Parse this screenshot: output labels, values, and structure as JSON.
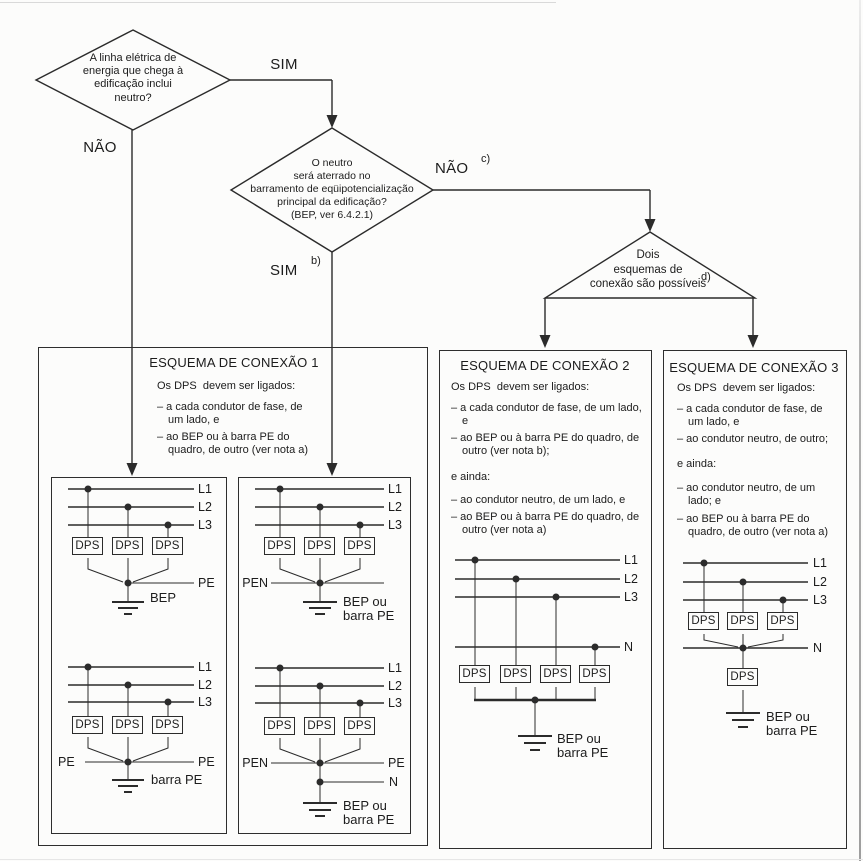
{
  "flowchart": {
    "decision_neutral_included": {
      "text": "A linha elétrica de\nenergia que chega à\nedificação inclui\nneutro?",
      "yes_label": "SIM",
      "no_label": "NÃO"
    },
    "decision_neutral_grounded": {
      "text": "O neutro\nserá aterrado no\nbarramento de eqüipotencialização\nprincipal da edificação?\n(BEP, ver 6.4.2.1)",
      "yes_label": "SIM",
      "yes_note": "b)",
      "no_label": "NÃO",
      "no_note": "c)"
    },
    "branch_two_schemes": {
      "text": "Dois\nesquemas de\nconexão são possíveis",
      "note": "d)"
    }
  },
  "schemes": {
    "s1": {
      "title": "ESQUEMA DE CONEXÃO 1",
      "intro": "Os DPS  devem ser ligados:",
      "bullets": [
        "– a cada condutor de fase, de\num lado, e",
        "– ao BEP ou à barra PE do\nquadro, de outro (ver nota a)"
      ]
    },
    "s2": {
      "title": "ESQUEMA DE CONEXÃO 2",
      "intro": "Os DPS  devem ser ligados:",
      "bullets_a": [
        "– a cada condutor de fase, de um lado,\ne",
        "– ao BEP ou à barra PE do quadro, de\noutro (ver nota b);"
      ],
      "more": "e ainda:",
      "bullets_b": [
        "– ao condutor neutro, de um lado, e",
        "– ao BEP ou à barra PE do quadro, de\noutro (ver nota a)"
      ]
    },
    "s3": {
      "title": "ESQUEMA DE CONEXÃO 3",
      "intro": "Os DPS  devem ser ligados:",
      "bullets_a": [
        "– a cada condutor de fase, de\num lado, e",
        "– ao condutor neutro, de outro;"
      ],
      "more": "e ainda:",
      "bullets_b": [
        "– ao condutor neutro, de um\nlado; e",
        "– ao BEP ou à barra PE do\nquadro, de outro (ver nota a)"
      ]
    }
  },
  "labels": {
    "dps": "DPS",
    "l1": "L1",
    "l2": "L2",
    "l3": "L3",
    "n": "N",
    "pe": "PE",
    "pen": "PEN",
    "bep": "BEP",
    "barra_pe": "barra PE",
    "bep_ou_barra_pe": "BEP ou\nbarra PE"
  }
}
